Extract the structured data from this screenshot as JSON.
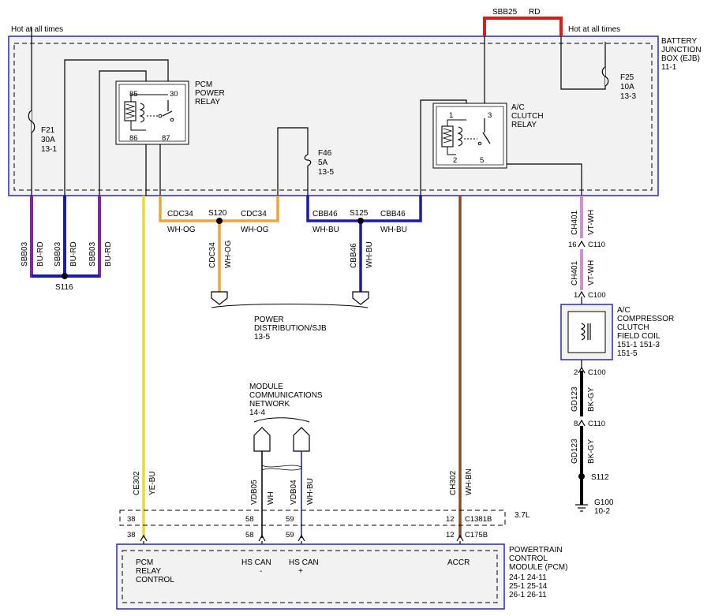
{
  "ejb": {
    "hot_left": "Hot at all times",
    "hot_right": "Hot at all times",
    "title_lines": [
      "BATTERY",
      "JUNCTION",
      "BOX (EJB)",
      "11-1"
    ]
  },
  "wires": {
    "sbb25": "SBB25",
    "rd": "RD",
    "cdc34": "CDC34",
    "wh_og": "WH-OG",
    "cbb46": "CBB46",
    "wh_bu": "WH-BU",
    "sbb03": "SBB03",
    "bu_rd": "BU-RD",
    "ch401": "CH401",
    "vt_wh": "VT-WH",
    "gd123": "GD123",
    "bk_gy": "BK-GY",
    "ce302": "CE302",
    "ye_bu": "YE-BU",
    "vdb05": "VDB05",
    "wh": "WH",
    "vdb04": "VDB04",
    "ch302": "CH302",
    "wh_bn": "WH-BN"
  },
  "fuses": {
    "f21": [
      "F21",
      "30A",
      "13-1"
    ],
    "f46": [
      "F46",
      "5A",
      "13-5"
    ],
    "f25": [
      "F25",
      "10A",
      "13-3"
    ]
  },
  "pcm_relay": {
    "label_lines": [
      "PCM",
      "POWER",
      "RELAY"
    ],
    "pins": [
      "85",
      "30",
      "86",
      "87"
    ]
  },
  "ac_relay": {
    "label_lines": [
      "A/C",
      "CLUTCH",
      "RELAY"
    ],
    "pins": [
      "1",
      "3",
      "2",
      "5"
    ]
  },
  "splices": {
    "s120": "S120",
    "s125": "S125",
    "s116": "S116",
    "s112": "S112"
  },
  "power_dist": [
    "POWER",
    "DISTRIBUTION/SJB",
    "13-5"
  ],
  "mcn": [
    "MODULE",
    "COMMUNICATIONS",
    "NETWORK",
    "14-4"
  ],
  "connectors": {
    "c110_top": [
      "16",
      "C110"
    ],
    "c100_top": [
      "1",
      "C100"
    ],
    "c100_bot": [
      "2",
      "C100"
    ],
    "c110_bot": [
      "8",
      "C110"
    ],
    "c1381b": [
      "38",
      "58",
      "59",
      "12",
      "C1381B"
    ],
    "c175b": [
      "38",
      "58",
      "59",
      "12",
      "C175B"
    ]
  },
  "engine": "3.7L",
  "compressor": [
    "A/C",
    "COMPRESSOR",
    "CLUTCH",
    "FIELD COIL",
    "151-1  151-3",
    "151-5"
  ],
  "ground": [
    "G100",
    "10-2"
  ],
  "pcm": {
    "title": [
      "POWERTRAIN",
      "CONTROL",
      "MODULE (PCM)"
    ],
    "refs": [
      "24-1    24-11",
      "25-1    25-14",
      "26-1    26-11"
    ],
    "pins": {
      "relay_ctrl": [
        "PCM",
        "RELAY",
        "CONTROL"
      ],
      "hs_can_minus": [
        "HS CAN",
        "-"
      ],
      "hs_can_plus": [
        "HS CAN",
        "+"
      ],
      "accr": [
        "ACCR"
      ]
    }
  },
  "colors": {
    "frame": "#2b2bb0",
    "red": "#e0191b",
    "blue": "#1c1ca8",
    "purple": "#7a2a9a",
    "yellow": "#e8d840",
    "orange": "#e9a640",
    "violet": "#cf8fd6",
    "brown": "#8b4a2a",
    "black": "#000000"
  }
}
